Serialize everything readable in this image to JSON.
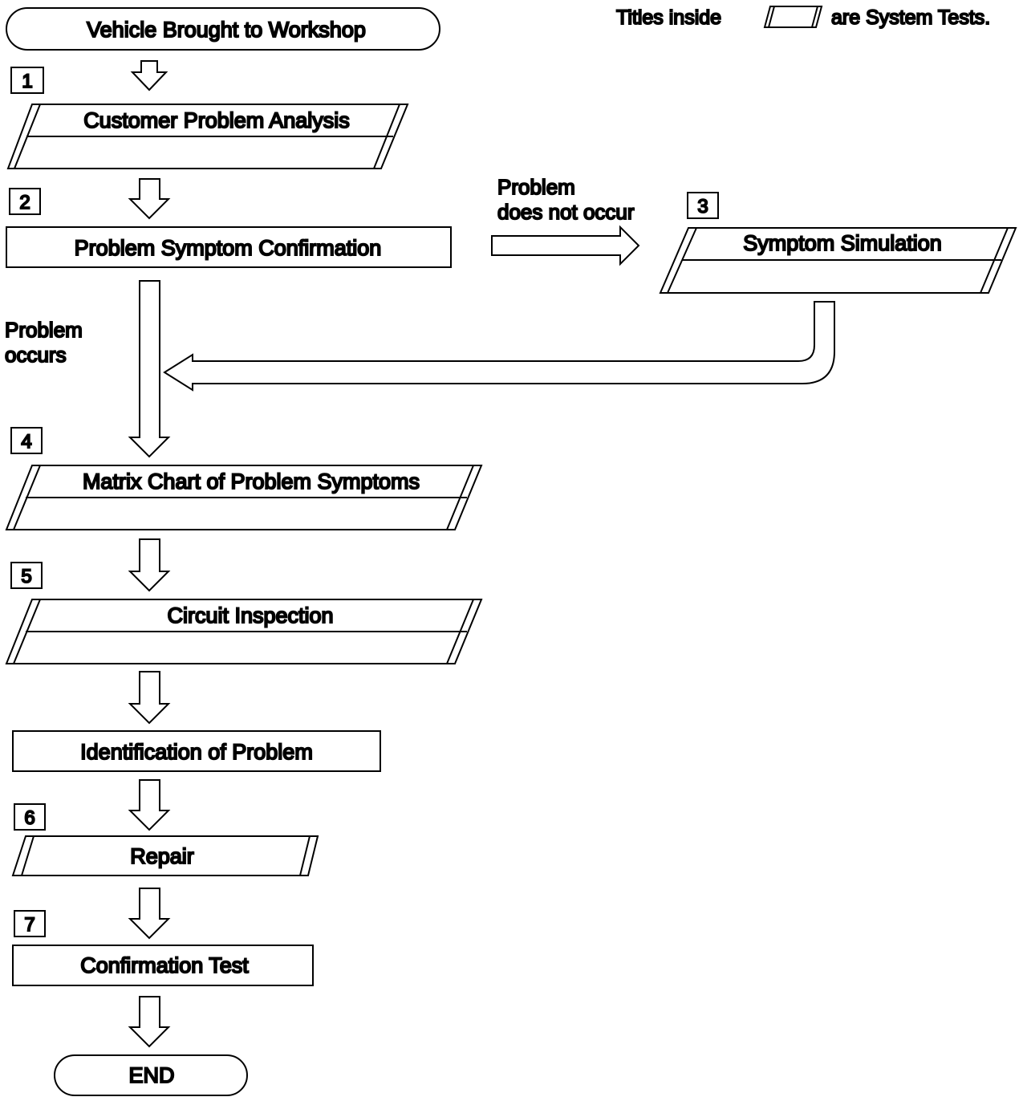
{
  "legend": {
    "prefix": "Titles  inside",
    "suffix": "are System Tests."
  },
  "start": {
    "label": "Vehicle Brought to Workshop"
  },
  "end": {
    "label": "END"
  },
  "steps": {
    "customer_problem_analysis": {
      "number": "1",
      "label": "Customer Problem Analysis"
    },
    "problem_symptom_confirmation": {
      "number": "2",
      "label": "Problem Symptom Confirmation"
    },
    "symptom_simulation": {
      "number": "3",
      "label": "Symptom Simulation"
    },
    "matrix_chart": {
      "number": "4",
      "label": "Matrix Chart of Problem Symptoms"
    },
    "circuit_inspection": {
      "number": "5",
      "label": "Circuit Inspection"
    },
    "identification": {
      "label": "Identification of Problem"
    },
    "repair": {
      "number": "6",
      "label": "Repair"
    },
    "confirmation_test": {
      "number": "7",
      "label": "Confirmation Test"
    }
  },
  "branches": {
    "does_not_occur": {
      "line1": "Problem",
      "line2": "does not occur"
    },
    "occurs": {
      "line1": "Problem",
      "line2": "occurs"
    }
  }
}
